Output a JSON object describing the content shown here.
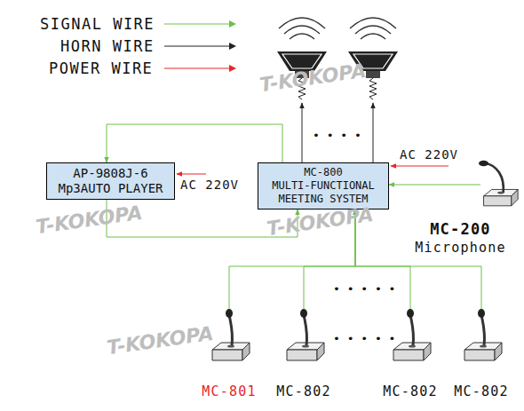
{
  "diagram": {
    "nodes": [
      {
        "text": [
          "AP-9808J-6",
          "Mp3AUTO PLAYER"
        ]
      },
      {
        "text": [
          "MC-800",
          "MULTI-FUNCTIONAL MEETING SYSTEM"
        ]
      },
      {
        "text": [
          "MC-200",
          "Microphone"
        ]
      },
      {
        "text": [
          "MC-801"
        ]
      },
      {
        "text": [
          "MC-802"
        ]
      },
      {
        "text": [
          "MC-802"
        ]
      },
      {
        "text": [
          "MC-802"
        ]
      }
    ],
    "edges": [
      {
        "from": 1,
        "to": 0,
        "arrow": "to"
      },
      {
        "from": 0,
        "to": 1,
        "arrow": "to"
      },
      {
        "from": 2,
        "to": 1,
        "arrow": "to"
      },
      {
        "from": 3,
        "to": 1,
        "arrow": "to"
      },
      {
        "from": 4,
        "to": 1,
        "arrow": "to"
      },
      {
        "from": 5,
        "to": 1,
        "arrow": "to"
      },
      {
        "from": 6,
        "to": 1,
        "arrow": "to"
      }
    ],
    "labels": [
      "AC 220V",
      "AC 220V",
      "• • • •",
      "• • • • •",
      "• • • • •",
      "T-KOKOPA",
      "T-KOKOPA",
      "T-KOKOPA",
      "T-KOKOPA"
    ],
    "legend": [
      {
        "text": "SIGNAL WIRE"
      },
      {
        "text": "HORN WIRE"
      },
      {
        "text": "POWER WIRE"
      }
    ]
  }
}
